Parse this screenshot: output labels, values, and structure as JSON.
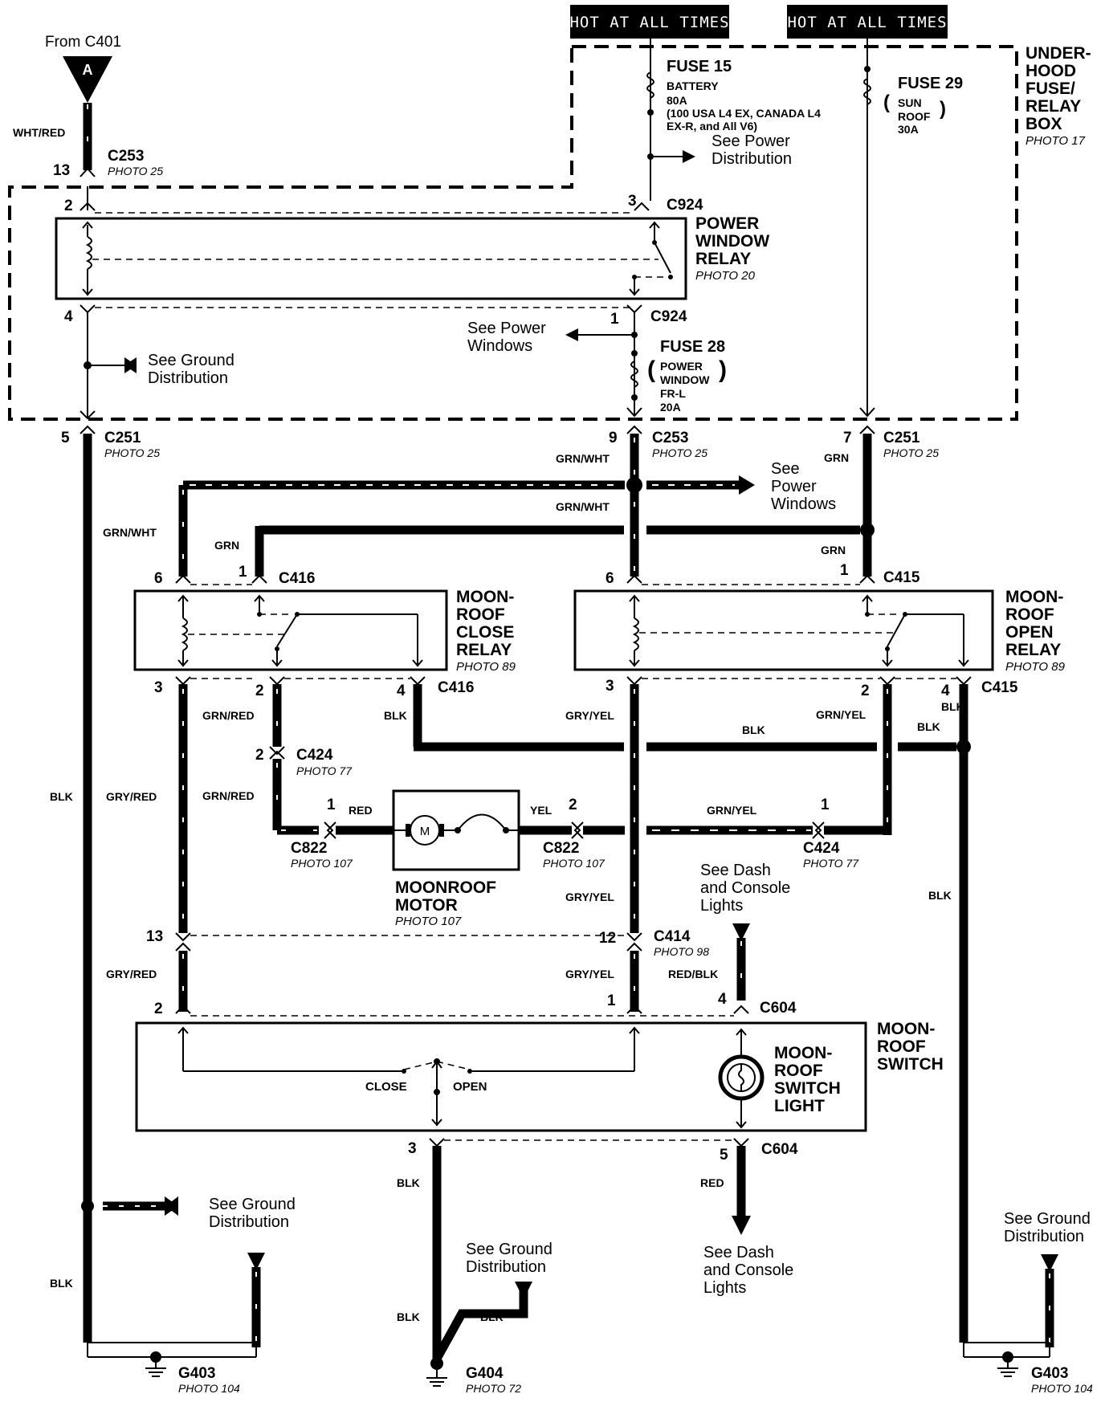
{
  "hot_label": "HOT AT ALL TIMES",
  "from": "From C401",
  "conn_a": "A",
  "fuse_box": [
    "UNDER-",
    "HOOD",
    "FUSE/",
    "RELAY",
    "BOX"
  ],
  "fuse_box_photo": "PHOTO 17",
  "fuse15": {
    "title": "FUSE 15",
    "lines": [
      "BATTERY",
      "80A",
      "(100 USA L4 EX, CANADA L4",
      "EX-R, and All V6)"
    ]
  },
  "fuse29": {
    "title": "FUSE 29",
    "lines": [
      "SUN",
      "ROOF",
      "30A"
    ]
  },
  "fuse28": {
    "title": "FUSE 28",
    "lines": [
      "POWER",
      "WINDOW",
      "FR-L",
      "20A"
    ]
  },
  "see_power_dist": [
    "See Power",
    "Distribution"
  ],
  "see_power_windows": [
    "See Power",
    "Windows"
  ],
  "see_power_windows2": [
    "See",
    "Power",
    "Windows"
  ],
  "see_ground": [
    "See Ground",
    "Distribution"
  ],
  "see_dash": [
    "See Dash",
    "and Console",
    "Lights"
  ],
  "power_window_relay": [
    "POWER",
    "WINDOW",
    "RELAY"
  ],
  "close_relay": [
    "MOON-",
    "ROOF",
    "CLOSE",
    "RELAY"
  ],
  "open_relay": [
    "MOON-",
    "ROOF",
    "OPEN",
    "RELAY"
  ],
  "motor": [
    "MOONROOF",
    "MOTOR"
  ],
  "motor_symbol": "M",
  "switch_title": [
    "MOON-",
    "ROOF",
    "SWITCH"
  ],
  "switch_light": [
    "MOON-",
    "ROOF",
    "SWITCH",
    "LIGHT"
  ],
  "switch_close": "CLOSE",
  "switch_open": "OPEN",
  "connectors": {
    "c253": "C253",
    "c924": "C924",
    "c251": "C251",
    "c416": "C416",
    "c415": "C415",
    "c424": "C424",
    "c822": "C822",
    "c414": "C414",
    "c604": "C604",
    "g403": "G403",
    "g404": "G404"
  },
  "photos": {
    "p20": "PHOTO 20",
    "p25": "PHOTO 25",
    "p72": "PHOTO 72",
    "p77": "PHOTO 77",
    "p89": "PHOTO 89",
    "p98": "PHOTO 98",
    "p104": "PHOTO 104",
    "p107": "PHOTO 107"
  },
  "wires": {
    "wht_red": "WHT/RED",
    "grn_wht": "GRN/WHT",
    "grn": "GRN",
    "blk": "BLK",
    "grn_red": "GRN/RED",
    "gry_red": "GRY/RED",
    "gry_yel": "GRY/YEL",
    "grn_yel": "GRN/YEL",
    "red": "RED",
    "yel": "YEL",
    "red_blk": "RED/BLK"
  },
  "pins": {
    "p1": "1",
    "p2": "2",
    "p3": "3",
    "p4": "4",
    "p5": "5",
    "p6": "6",
    "p7": "7",
    "p9": "9",
    "p12": "12",
    "p13": "13"
  }
}
